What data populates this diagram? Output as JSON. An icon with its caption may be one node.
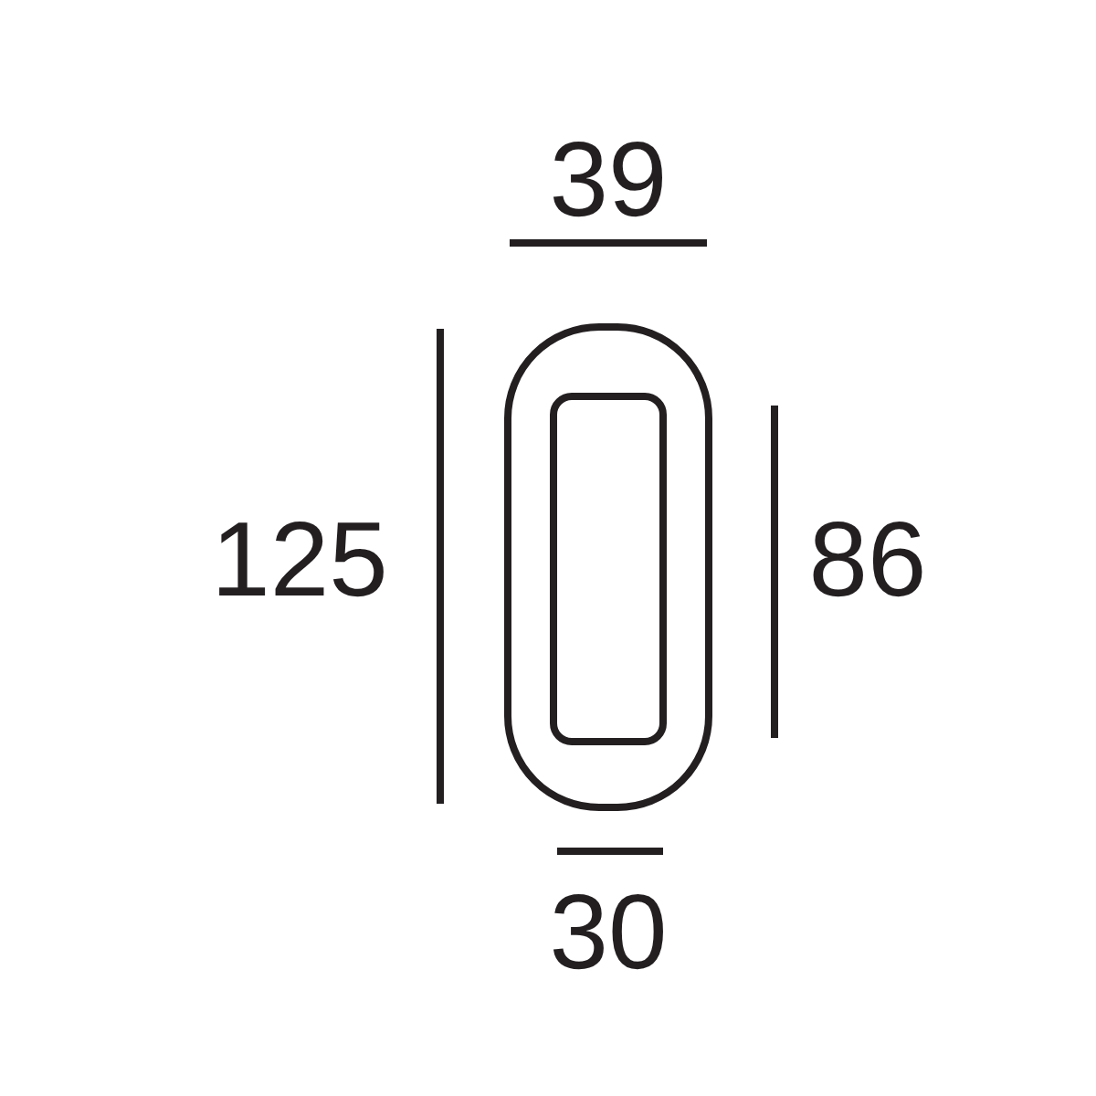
{
  "diagram": {
    "labels": [
      "39",
      "125",
      "86",
      "30"
    ]
  }
}
